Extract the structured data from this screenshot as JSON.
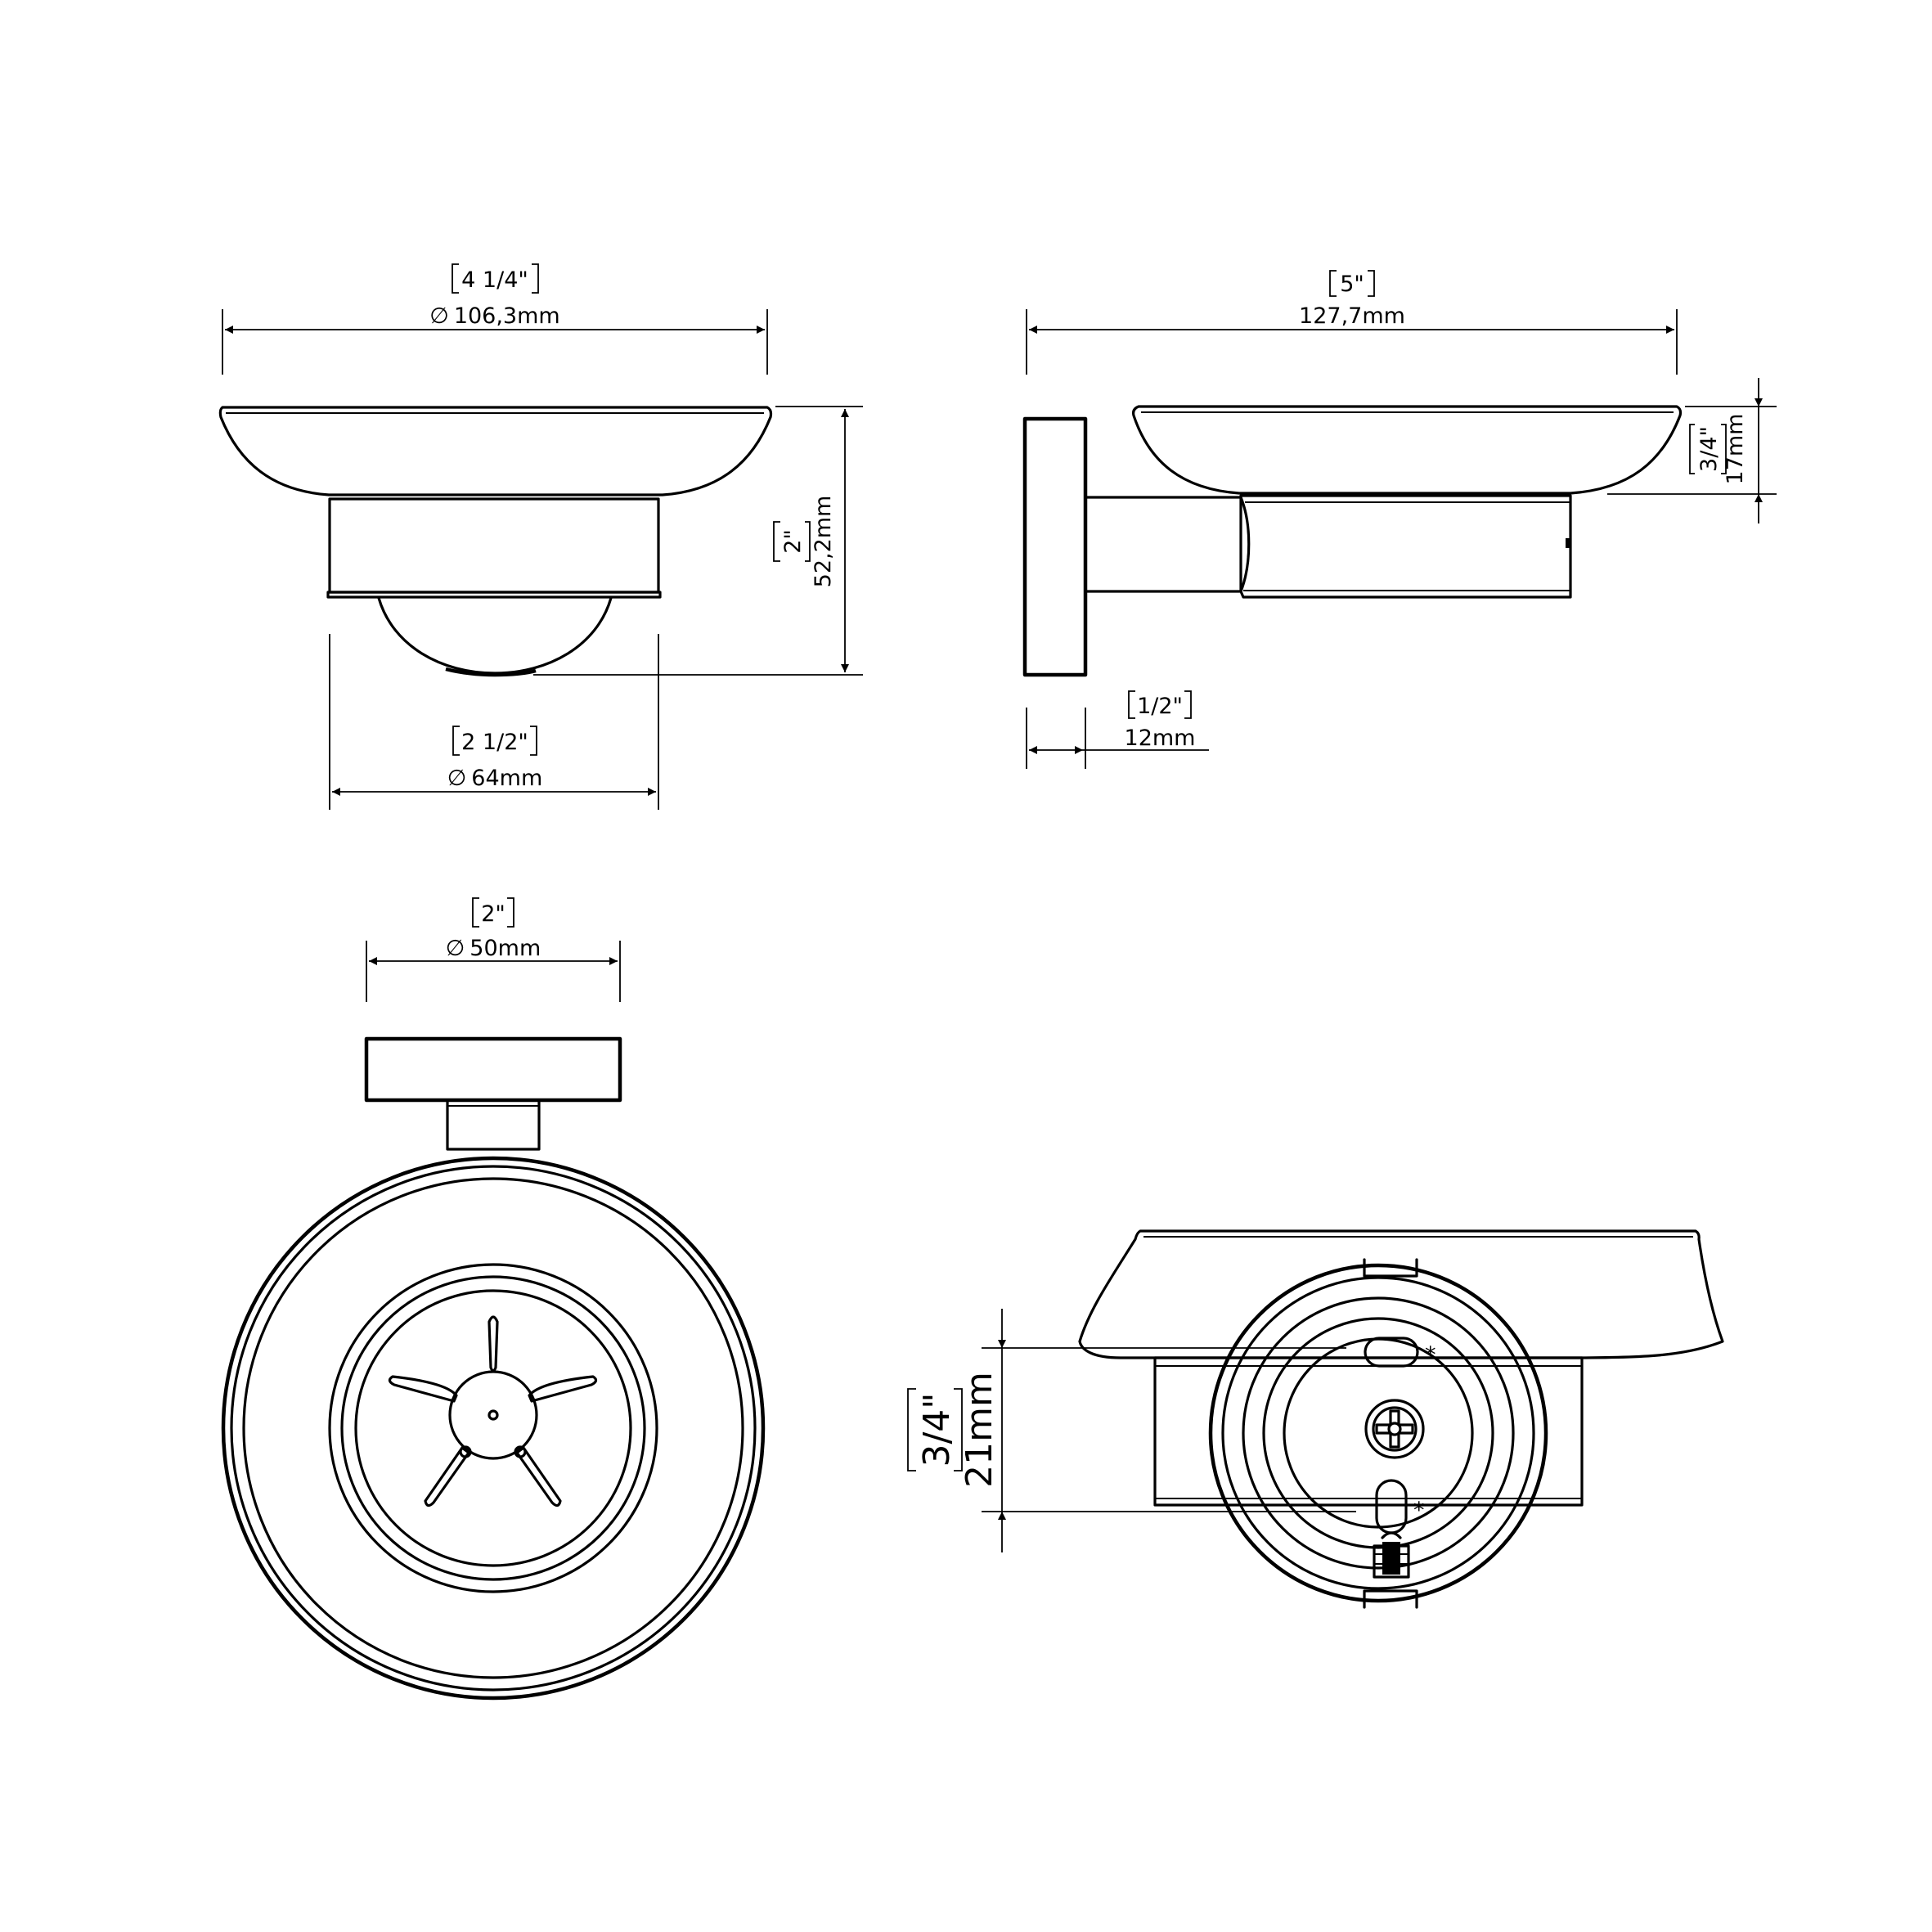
{
  "dimensions": {
    "front_width_in": "4 1/4\"",
    "front_width_mm": "106,3mm",
    "front_base_in": "2 1/2\"",
    "front_base_mm": "64mm",
    "front_height_in": "2\"",
    "front_height_mm": "52,2mm",
    "side_depth_in": "5\"",
    "side_depth_mm": "127,7mm",
    "side_plate_in": "1/2\"",
    "side_plate_mm": "12mm",
    "side_rim_in": "3/4\"",
    "side_rim_mm": "17mm",
    "top_plate_in": "2\"",
    "top_plate_mm": "50mm",
    "back_holes_in": "3/4\"",
    "back_holes_mm": "21mm"
  },
  "symbols": {
    "diameter": "∅"
  },
  "colors": {
    "line": "#000000",
    "background": "#ffffff"
  }
}
